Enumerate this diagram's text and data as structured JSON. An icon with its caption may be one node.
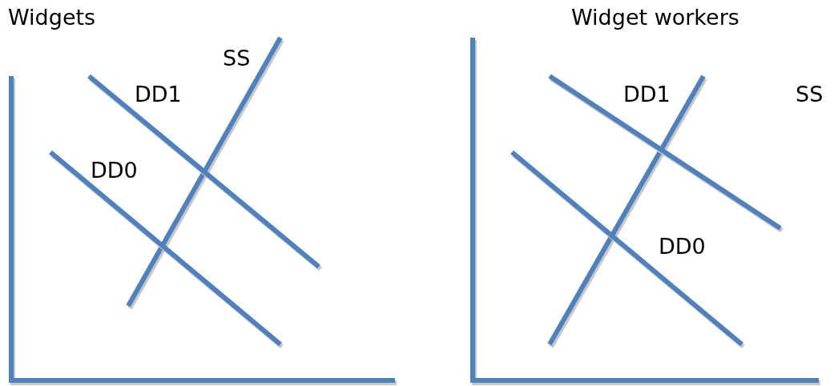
{
  "diagram": {
    "labels": [
      "Widgets",
      "Widget workers",
      "SS",
      "DD1",
      "DD1",
      "SS",
      "DD0",
      "DD0"
    ]
  }
}
